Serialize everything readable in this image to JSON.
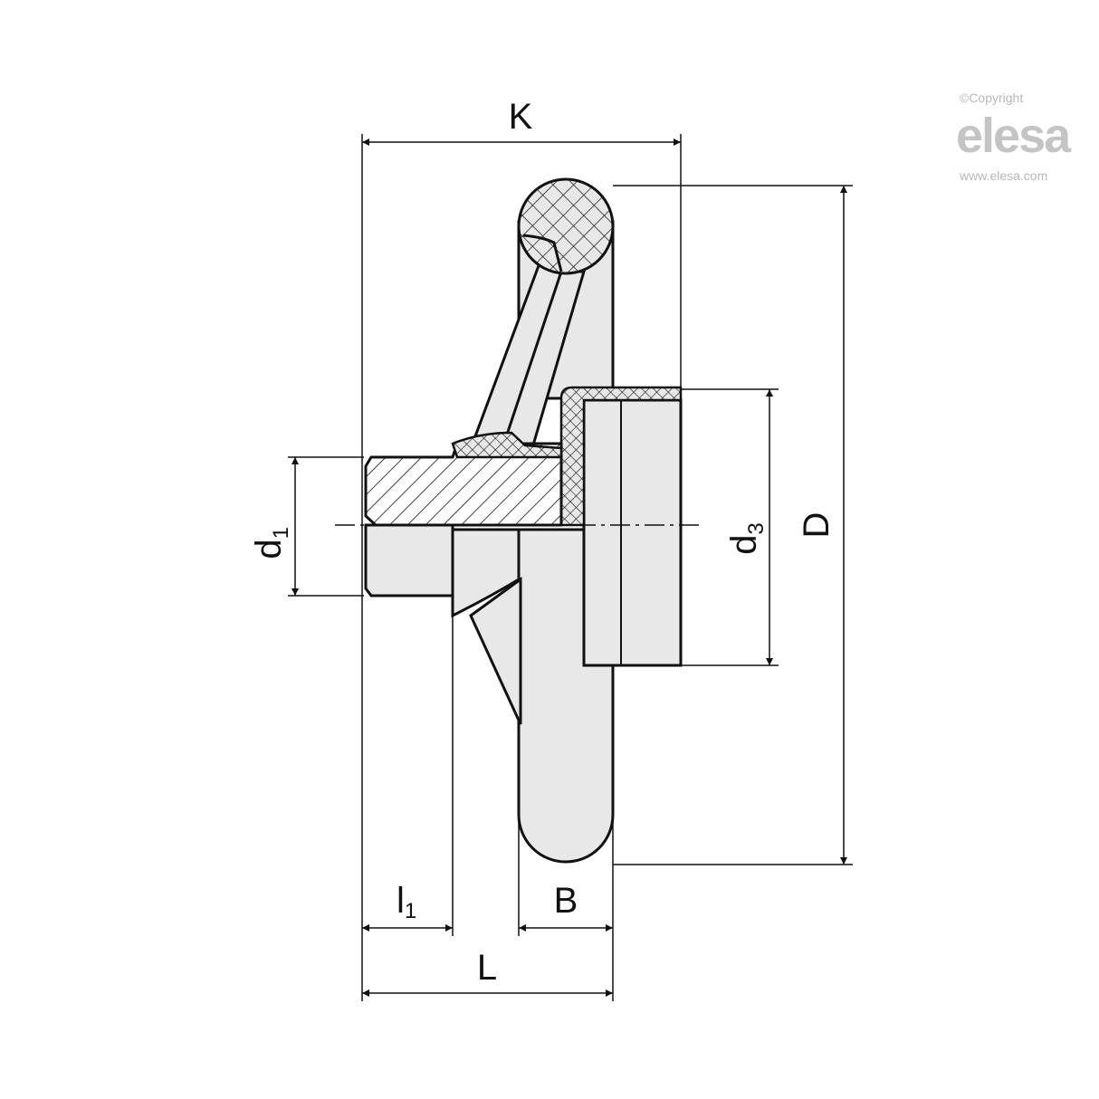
{
  "logo": {
    "copyright": "©Copyright",
    "brand": "elesa",
    "url": "www.elesa.com"
  },
  "dimensions": {
    "K": "K",
    "D": "D",
    "d1": {
      "base": "d",
      "sub": "1"
    },
    "d3": {
      "base": "d",
      "sub": "3"
    },
    "l1": {
      "base": "l",
      "sub": "1"
    },
    "B": "B",
    "L": "L"
  },
  "colors": {
    "line": "#111111",
    "fill": "#e8e8e8",
    "logo": "#c4c4c4"
  }
}
